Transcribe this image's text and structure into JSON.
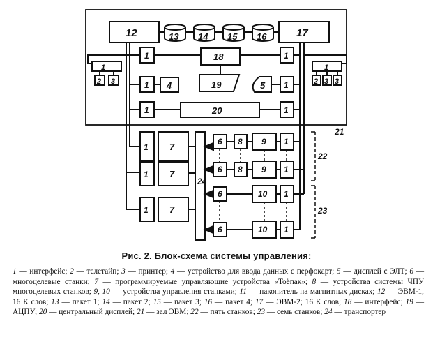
{
  "labels": {
    "b1": "1",
    "b2": "2",
    "b3": "3",
    "b4": "4",
    "b5": "5",
    "b6": "6",
    "b7": "7",
    "b8": "8",
    "b9": "9",
    "b10": "10",
    "b12": "12",
    "b13": "13",
    "b14": "14",
    "b15": "15",
    "b16": "16",
    "b17": "17",
    "b18": "18",
    "b19": "19",
    "b20": "20",
    "z21": "21",
    "z22": "22",
    "z23": "23",
    "z24": "24"
  },
  "caption": {
    "title": "Рис. 2. Блок-схема системы управления:",
    "legend": [
      {
        "num": "1",
        "text": " — интерфейс; "
      },
      {
        "num": "2",
        "text": " — телетайп; "
      },
      {
        "num": "3",
        "text": " — принтер; "
      },
      {
        "num": "4",
        "text": " — устройство для ввода данных с перфокарт; "
      },
      {
        "num": "5",
        "text": " — дисплей с ЭЛТ; "
      },
      {
        "num": "6",
        "text": " — многоцелевые станки; "
      },
      {
        "num": "7",
        "text": " — программируемые управляющие устройства «Тоёпак»; "
      },
      {
        "num": "8",
        "text": " — устройства системы ЧПУ многоцелевых станков; "
      },
      {
        "num": "9, 10",
        "text": " — устройства управления станками; "
      },
      {
        "num": "11",
        "text": " — накопитель на магнитных дисках; "
      },
      {
        "num": "12",
        "text": " — ЭВМ-1, 16 К слов; "
      },
      {
        "num": "13",
        "text": " — пакет 1; "
      },
      {
        "num": "14",
        "text": " — пакет 2; "
      },
      {
        "num": "15",
        "text": " — пакет 3; "
      },
      {
        "num": "16",
        "text": " — пакет 4; "
      },
      {
        "num": "17",
        "text": " — ЭВМ-2; 16 К слов; "
      },
      {
        "num": "18",
        "text": " — интерфейс; "
      },
      {
        "num": "19",
        "text": " — АЦПУ; "
      },
      {
        "num": "20",
        "text": " — центральный дисплей; "
      },
      {
        "num": "21",
        "text": " — зал ЭВМ; "
      },
      {
        "num": "22",
        "text": " — пять станков; "
      },
      {
        "num": "23",
        "text": " — семь станков; "
      },
      {
        "num": "24",
        "text": " — транспортер"
      }
    ]
  }
}
